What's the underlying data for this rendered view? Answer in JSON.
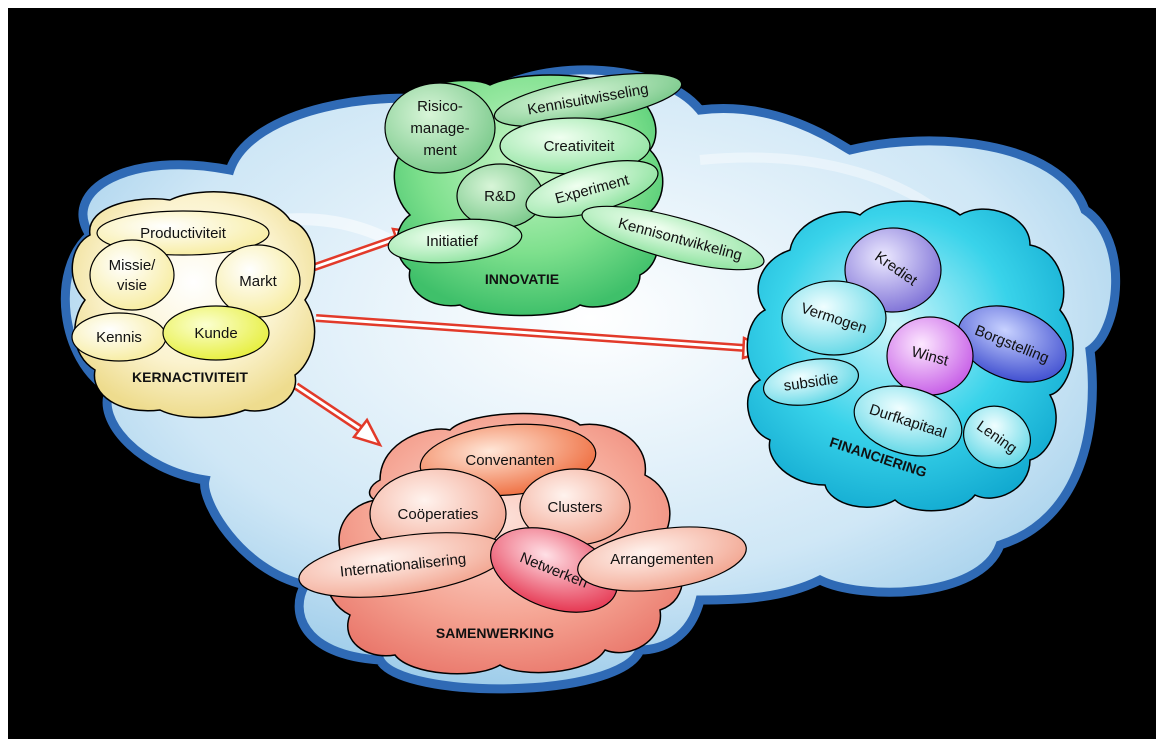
{
  "colors": {
    "background": "#000000",
    "cloud_fill": "#d6ecf8",
    "cloud_border": "#2d6cb5",
    "kern": "#f6e9a8",
    "innovatie": "#6fd783",
    "financiering": "#22c8e0",
    "samenwerking": "#f19a88",
    "arrow": "#e03a2a"
  },
  "clusters": {
    "kernactiviteit": {
      "title": "KERNACTIVITEIT",
      "items": [
        "Productiviteit",
        "Missie/",
        "visie",
        "Markt",
        "Kennis",
        "Kunde"
      ]
    },
    "innovatie": {
      "title": "INNOVATIE",
      "items": [
        "Risico-",
        "manage-",
        "ment",
        "Kennisuitwisseling",
        "Creativiteit",
        "R&D",
        "Experiment",
        "Initiatief",
        "Kennisontwikkeling"
      ]
    },
    "financiering": {
      "title": "FINANCIERING",
      "items": [
        "Krediet",
        "Vermogen",
        "Borgstelling",
        "Winst",
        "subsidie",
        "Durfkapitaal",
        "Lening"
      ]
    },
    "samenwerking": {
      "title": "SAMENWERKING",
      "items": [
        "Convenanten",
        "Coöperaties",
        "Clusters",
        "Internationalisering",
        "Netwerken",
        "Arrangementen"
      ]
    }
  }
}
